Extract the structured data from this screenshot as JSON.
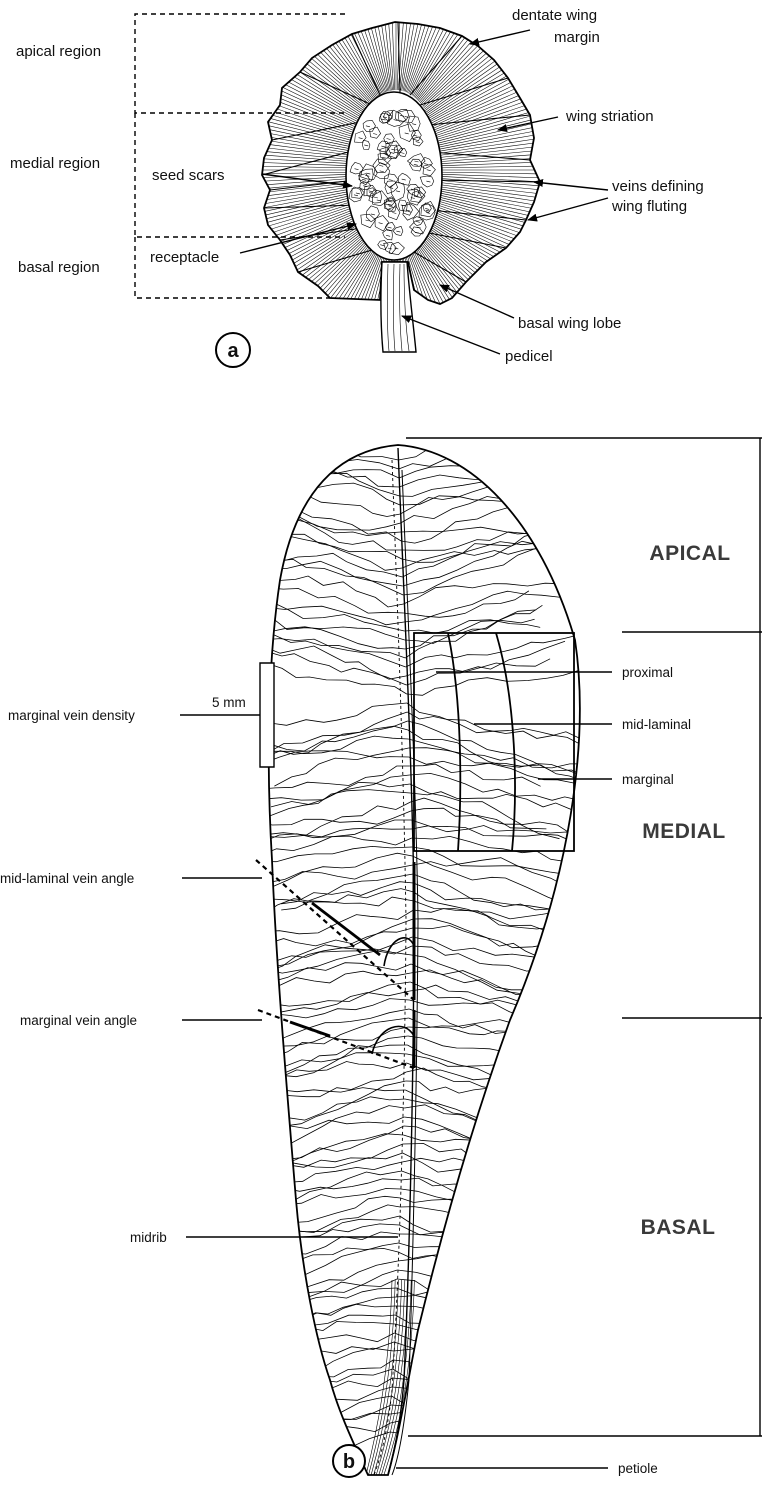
{
  "panel_a": {
    "letter": "a",
    "regions": {
      "apical": "apical region",
      "medial": "medial region",
      "basal": "basal region"
    },
    "labels": {
      "dentate_line1": "dentate wing",
      "dentate_line2": "margin",
      "wing_striation": "wing striation",
      "veins_line1": "veins defining",
      "veins_line2": "wing fluting",
      "seed_scars": "seed scars",
      "receptacle": "receptacle",
      "basal_wing_lobe": "basal wing lobe",
      "pedicel": "pedicel"
    }
  },
  "panel_b": {
    "letter": "b",
    "zones": {
      "apical": "APICAL",
      "medial": "MEDIAL",
      "basal": "BASAL"
    },
    "labels": {
      "marginal_vein_density": "marginal vein density",
      "scale": "5 mm",
      "mid_laminal_vein_angle": "mid-laminal vein angle",
      "marginal_vein_angle": "marginal vein angle",
      "midrib": "midrib",
      "proximal": "proximal",
      "mid_laminal": "mid-laminal",
      "marginal": "marginal",
      "petiole": "petiole"
    }
  }
}
